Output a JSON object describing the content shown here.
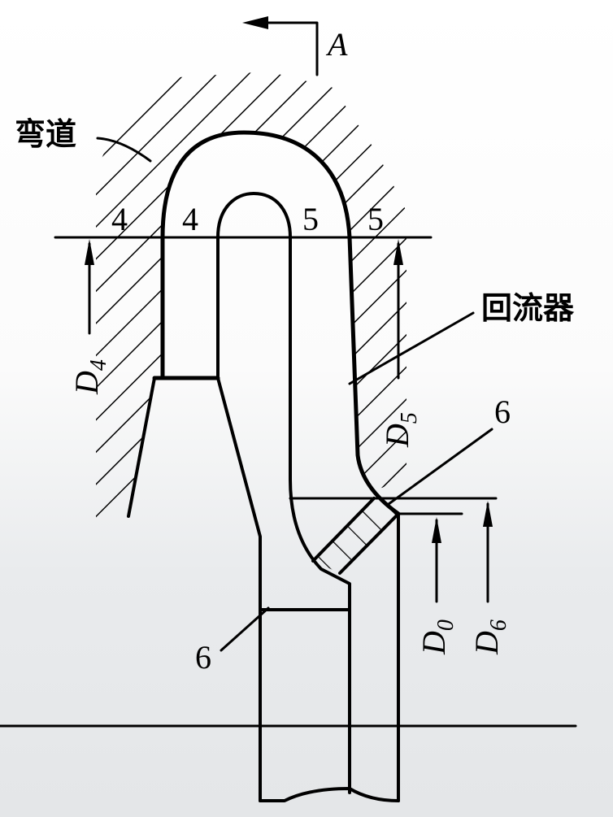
{
  "section_label": "A",
  "labels": {
    "bend": "弯道",
    "return_channel": "回流器",
    "station_4_outer": "4",
    "station_4_inner": "4",
    "station_5_inner": "5",
    "station_5_outer": "5",
    "station_6_upper": "6",
    "station_6_lower": "6"
  },
  "dimensions": {
    "d4": {
      "letter": "D",
      "sub": "4"
    },
    "d5": {
      "letter": "D",
      "sub": "5"
    },
    "d0": {
      "letter": "D",
      "sub": "0"
    },
    "d6": {
      "letter": "D",
      "sub": "6"
    }
  }
}
